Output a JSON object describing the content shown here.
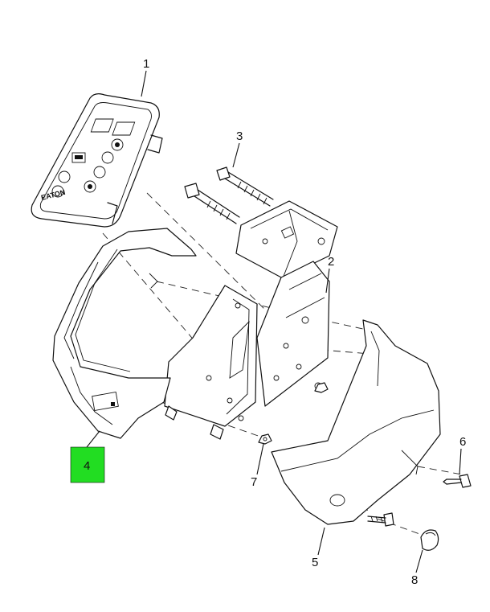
{
  "callouts": {
    "c1": "1",
    "c2": "2",
    "c3": "3",
    "c4": "4",
    "c5": "5",
    "c6": "6",
    "c7": "7",
    "c8": "8"
  },
  "logo_text": "EATON",
  "highlight_color": "#22dd22"
}
